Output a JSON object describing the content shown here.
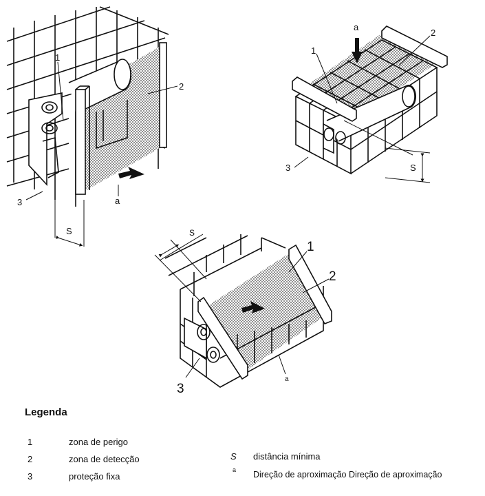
{
  "figure": {
    "callouts_left": {
      "c1": "1",
      "c2": "2",
      "c3": "3",
      "a": "a",
      "s": "S"
    },
    "callouts_right": {
      "c1": "1",
      "c2": "2",
      "c3": "3",
      "a": "a",
      "s": "S"
    },
    "callouts_bottom": {
      "c1": "1",
      "c2": "2",
      "c3": "3",
      "a": "a",
      "s": "S"
    }
  },
  "legend": {
    "title": "Legenda",
    "items": [
      {
        "key": "1",
        "text": "zona de perigo"
      },
      {
        "key": "2",
        "text": "zona de detecção"
      },
      {
        "key": "3",
        "text": "proteção fixa"
      }
    ],
    "symbols": [
      {
        "key": "S",
        "text": "distância mínima"
      },
      {
        "key": "a",
        "text": "Direção de aproximação Direção de aproximação"
      }
    ]
  }
}
